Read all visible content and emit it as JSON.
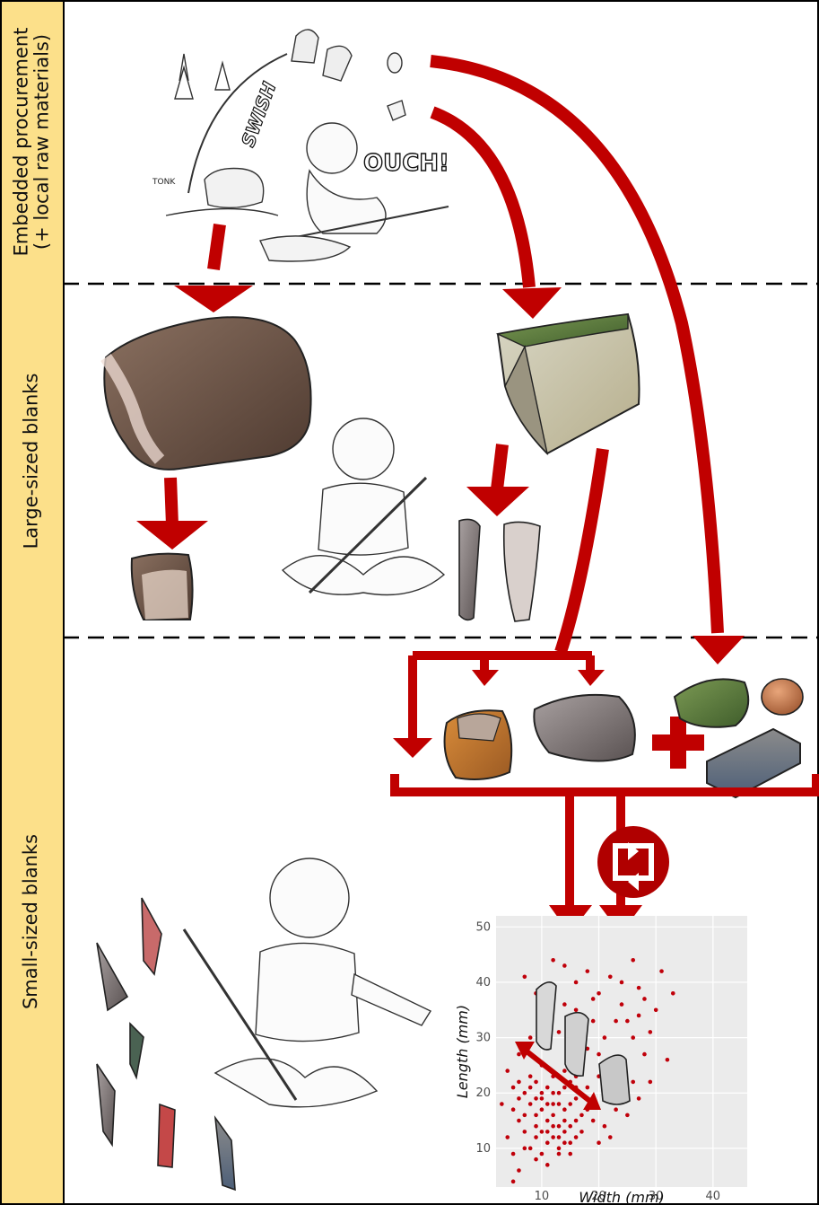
{
  "bands": [
    {
      "label": "Embedded procurement\n(+ local raw materials)"
    },
    {
      "label": "Large-sized blanks"
    },
    {
      "label": "Small-sized blanks"
    }
  ],
  "sound_effects": {
    "tonk": "TONK",
    "swish": "SWISH",
    "ouch": "OUCH!"
  },
  "colors": {
    "band_fill": "#fce08a",
    "arrow": "#c00000",
    "scatter_points": "#c0000a",
    "plot_bg": "#ebebeb"
  },
  "chart_data": {
    "type": "scatter",
    "xlabel": "Width (mm)",
    "ylabel": "Length (mm)",
    "xlim": [
      2,
      46
    ],
    "ylim": [
      3,
      52
    ],
    "x_ticks": [
      10,
      20,
      30,
      40
    ],
    "y_ticks": [
      10,
      20,
      30,
      40,
      50
    ],
    "grid": true,
    "series": [
      {
        "values": [
          [
            7,
            41
          ],
          [
            9,
            38
          ],
          [
            12,
            44
          ],
          [
            14,
            43
          ],
          [
            16,
            40
          ],
          [
            18,
            42
          ],
          [
            20,
            38
          ],
          [
            22,
            41
          ],
          [
            24,
            36
          ],
          [
            26,
            44
          ],
          [
            28,
            37
          ],
          [
            31,
            42
          ],
          [
            30,
            35
          ],
          [
            25,
            33
          ],
          [
            21,
            30
          ],
          [
            19,
            33
          ],
          [
            16,
            35
          ],
          [
            13,
            31
          ],
          [
            11,
            34
          ],
          [
            8,
            30
          ],
          [
            6,
            27
          ],
          [
            4,
            24
          ],
          [
            5,
            21
          ],
          [
            3,
            18
          ],
          [
            6,
            15
          ],
          [
            4,
            12
          ],
          [
            7,
            10
          ],
          [
            9,
            8
          ],
          [
            11,
            7
          ],
          [
            13,
            9
          ],
          [
            15,
            11
          ],
          [
            17,
            13
          ],
          [
            19,
            15
          ],
          [
            21,
            14
          ],
          [
            23,
            17
          ],
          [
            25,
            16
          ],
          [
            27,
            19
          ],
          [
            29,
            22
          ],
          [
            32,
            26
          ],
          [
            28,
            27
          ],
          [
            24,
            24
          ],
          [
            22,
            22
          ],
          [
            26,
            30
          ],
          [
            23,
            33
          ],
          [
            27,
            34
          ],
          [
            33,
            38
          ],
          [
            18,
            28
          ],
          [
            15,
            26
          ],
          [
            10,
            25
          ],
          [
            8,
            23
          ],
          [
            6,
            19
          ],
          [
            5,
            17
          ],
          [
            7,
            16
          ],
          [
            9,
            14
          ],
          [
            11,
            13
          ],
          [
            13,
            12
          ],
          [
            15,
            14
          ],
          [
            17,
            16
          ],
          [
            19,
            18
          ],
          [
            21,
            19
          ],
          [
            10,
            20
          ],
          [
            12,
            18
          ],
          [
            14,
            17
          ],
          [
            16,
            19
          ],
          [
            18,
            21
          ],
          [
            20,
            23
          ],
          [
            9,
            22
          ],
          [
            11,
            21
          ],
          [
            13,
            20
          ],
          [
            15,
            22
          ],
          [
            17,
            24
          ],
          [
            12,
            23
          ],
          [
            14,
            24
          ],
          [
            16,
            23
          ],
          [
            8,
            18
          ],
          [
            10,
            17
          ],
          [
            12,
            16
          ],
          [
            14,
            15
          ],
          [
            16,
            15
          ],
          [
            18,
            17
          ],
          [
            9,
            12
          ],
          [
            11,
            11
          ],
          [
            13,
            10
          ],
          [
            15,
            9
          ],
          [
            8,
            10
          ],
          [
            10,
            9
          ],
          [
            12,
            12
          ],
          [
            14,
            13
          ],
          [
            9,
            16
          ],
          [
            11,
            15
          ],
          [
            13,
            14
          ],
          [
            10,
            13
          ],
          [
            12,
            14
          ],
          [
            14,
            11
          ],
          [
            16,
            12
          ],
          [
            6,
            22
          ],
          [
            7,
            20
          ],
          [
            8,
            21
          ],
          [
            10,
            19
          ],
          [
            12,
            20
          ],
          [
            14,
            21
          ],
          [
            16,
            21
          ],
          [
            11,
            18
          ],
          [
            13,
            18
          ],
          [
            15,
            18
          ],
          [
            9,
            19
          ],
          [
            7,
            13
          ],
          [
            5,
            9
          ],
          [
            6,
            6
          ],
          [
            5,
            4
          ],
          [
            20,
            11
          ],
          [
            22,
            12
          ],
          [
            24,
            20
          ],
          [
            26,
            22
          ],
          [
            17,
            30
          ],
          [
            20,
            27
          ],
          [
            22,
            26
          ],
          [
            19,
            37
          ],
          [
            24,
            40
          ],
          [
            29,
            31
          ],
          [
            27,
            39
          ],
          [
            14,
            36
          ],
          [
            12,
            38
          ]
        ]
      }
    ]
  }
}
